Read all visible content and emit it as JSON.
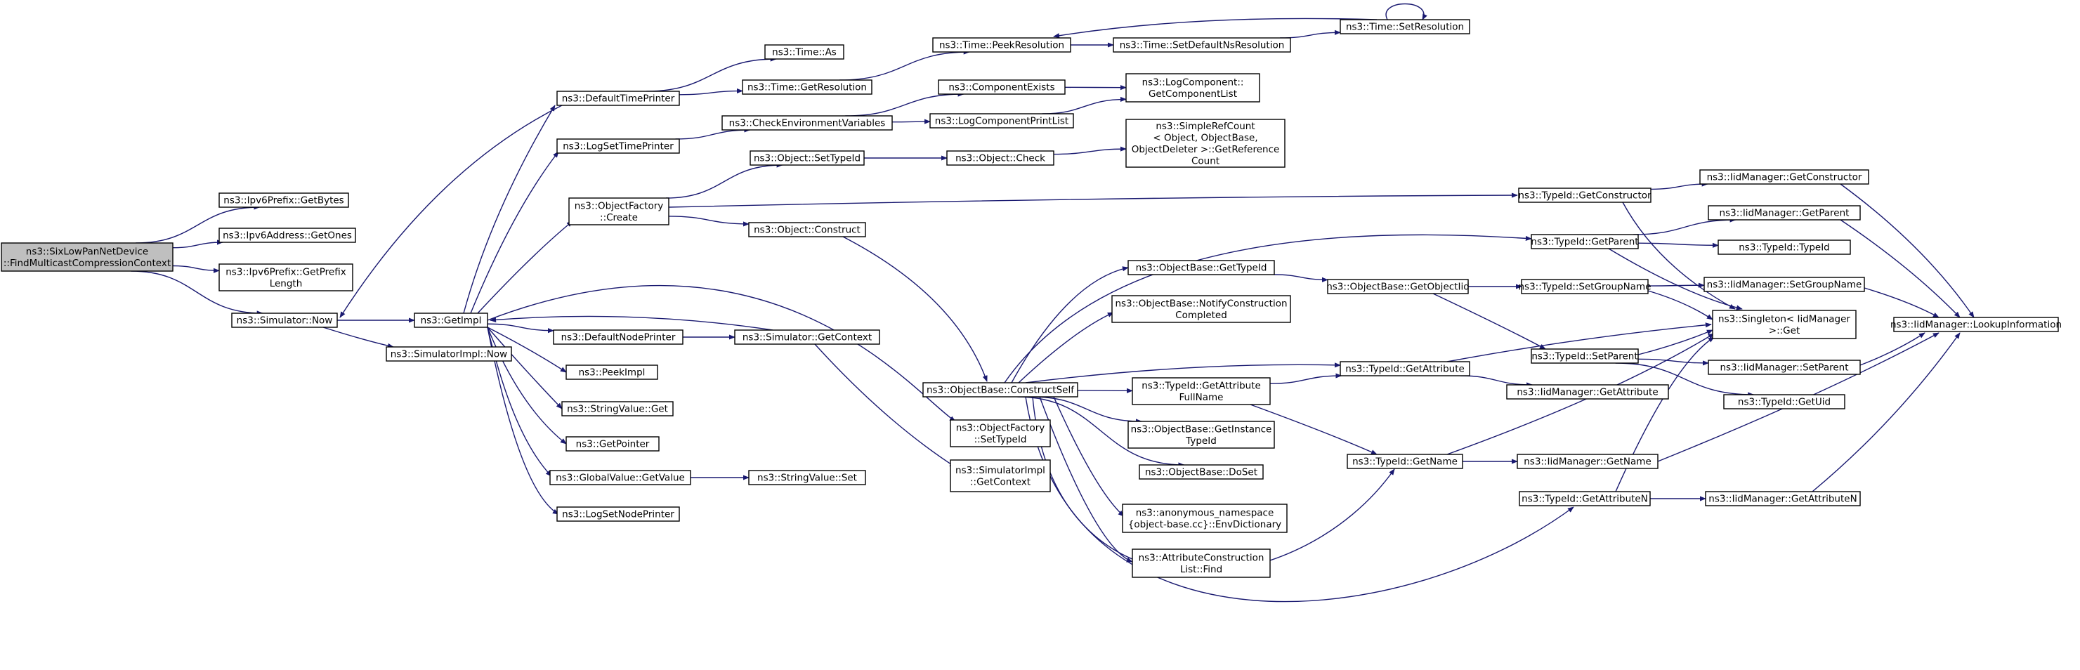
{
  "diagram": {
    "colors": {
      "edge": "#191970",
      "node_border": "#000000",
      "root_fill": "#bfbfbf",
      "background": "#ffffff"
    },
    "nodes": [
      {
        "id": "root",
        "lines": [
          "ns3::SixLowPanNetDevice",
          "::FindMulticastCompressionContext"
        ],
        "root": true
      },
      {
        "id": "ipv6pfx_bytes",
        "lines": [
          "ns3::Ipv6Prefix::GetBytes"
        ]
      },
      {
        "id": "ipv6addr_ones",
        "lines": [
          "ns3::Ipv6Address::GetOnes"
        ]
      },
      {
        "id": "ipv6pfx_len",
        "lines": [
          "ns3::Ipv6Prefix::GetPrefix",
          "Length"
        ]
      },
      {
        "id": "sim_now",
        "lines": [
          "ns3::Simulator::Now"
        ]
      },
      {
        "id": "getimpl",
        "lines": [
          "ns3::GetImpl"
        ]
      },
      {
        "id": "simimpl_now",
        "lines": [
          "ns3::SimulatorImpl::Now"
        ]
      },
      {
        "id": "def_time_printer",
        "lines": [
          "ns3::DefaultTimePrinter"
        ]
      },
      {
        "id": "log_set_time",
        "lines": [
          "ns3::LogSetTimePrinter"
        ]
      },
      {
        "id": "objfactory_create",
        "lines": [
          "ns3::ObjectFactory",
          "::Create"
        ]
      },
      {
        "id": "def_node_printer",
        "lines": [
          "ns3::DefaultNodePrinter"
        ]
      },
      {
        "id": "peekimpl",
        "lines": [
          "ns3::PeekImpl"
        ]
      },
      {
        "id": "stringvalue_get",
        "lines": [
          "ns3::StringValue::Get"
        ]
      },
      {
        "id": "getpointer",
        "lines": [
          "ns3::GetPointer"
        ]
      },
      {
        "id": "globalvalue_get",
        "lines": [
          "ns3::GlobalValue::GetValue"
        ]
      },
      {
        "id": "log_set_node",
        "lines": [
          "ns3::LogSetNodePrinter"
        ]
      },
      {
        "id": "time_as",
        "lines": [
          "ns3::Time::As"
        ]
      },
      {
        "id": "time_getres",
        "lines": [
          "ns3::Time::GetResolution"
        ]
      },
      {
        "id": "check_env",
        "lines": [
          "ns3::CheckEnvironmentVariables"
        ]
      },
      {
        "id": "obj_settypeid",
        "lines": [
          "ns3::Object::SetTypeId"
        ]
      },
      {
        "id": "obj_construct",
        "lines": [
          "ns3::Object::Construct"
        ]
      },
      {
        "id": "sim_getcontext",
        "lines": [
          "ns3::Simulator::GetContext"
        ]
      },
      {
        "id": "stringvalue_set",
        "lines": [
          "ns3::StringValue::Set"
        ]
      },
      {
        "id": "time_peekres",
        "lines": [
          "ns3::Time::PeekResolution"
        ]
      },
      {
        "id": "comp_exists",
        "lines": [
          "ns3::ComponentExists"
        ]
      },
      {
        "id": "log_comp_print",
        "lines": [
          "ns3::LogComponentPrintList"
        ]
      },
      {
        "id": "obj_check",
        "lines": [
          "ns3::Object::Check"
        ]
      },
      {
        "id": "objbase_constructself",
        "lines": [
          "ns3::ObjectBase::ConstructSelf"
        ]
      },
      {
        "id": "objfactory_settypeid",
        "lines": [
          "ns3::ObjectFactory",
          "::SetTypeId"
        ]
      },
      {
        "id": "simimpl_getcontext",
        "lines": [
          "ns3::SimulatorImpl",
          "::GetContext"
        ]
      },
      {
        "id": "time_setdefns",
        "lines": [
          "ns3::Time::SetDefaultNsResolution"
        ]
      },
      {
        "id": "logcomp_getlist",
        "lines": [
          "ns3::LogComponent::",
          "GetComponentList"
        ]
      },
      {
        "id": "simplerefcount",
        "lines": [
          "ns3::SimpleRefCount",
          "< Object, ObjectBase,",
          "ObjectDeleter >::GetReference",
          "Count"
        ]
      },
      {
        "id": "objbase_gettypeid",
        "lines": [
          "ns3::ObjectBase::GetTypeId"
        ]
      },
      {
        "id": "objbase_notify",
        "lines": [
          "ns3::ObjectBase::NotifyConstruction",
          "Completed"
        ]
      },
      {
        "id": "typeid_getattrfull",
        "lines": [
          "ns3::TypeId::GetAttribute",
          "FullName"
        ]
      },
      {
        "id": "objbase_getinst",
        "lines": [
          "ns3::ObjectBase::GetInstance",
          "TypeId"
        ]
      },
      {
        "id": "objbase_doset",
        "lines": [
          "ns3::ObjectBase::DoSet"
        ]
      },
      {
        "id": "anon_envdict",
        "lines": [
          "ns3::anonymous_namespace",
          "{object-base.cc}::EnvDictionary"
        ]
      },
      {
        "id": "attrconst_find",
        "lines": [
          "ns3::AttributeConstruction",
          "List::Find"
        ]
      },
      {
        "id": "time_setres",
        "lines": [
          "ns3::Time::SetResolution"
        ]
      },
      {
        "id": "objbase_getobjiid",
        "lines": [
          "ns3::ObjectBase::GetObjectIid"
        ]
      },
      {
        "id": "typeid_getattr",
        "lines": [
          "ns3::TypeId::GetAttribute"
        ]
      },
      {
        "id": "typeid_getname",
        "lines": [
          "ns3::TypeId::GetName"
        ]
      },
      {
        "id": "typeid_getconstructor",
        "lines": [
          "ns3::TypeId::GetConstructor"
        ]
      },
      {
        "id": "typeid_getparent",
        "lines": [
          "ns3::TypeId::GetParent"
        ]
      },
      {
        "id": "typeid_setgroupname",
        "lines": [
          "ns3::TypeId::SetGroupName"
        ]
      },
      {
        "id": "typeid_setparent",
        "lines": [
          "ns3::TypeId::SetParent"
        ]
      },
      {
        "id": "iid_getattr",
        "lines": [
          "ns3::IidManager::GetAttribute"
        ]
      },
      {
        "id": "iid_getname",
        "lines": [
          "ns3::IidManager::GetName"
        ]
      },
      {
        "id": "typeid_getattrn",
        "lines": [
          "ns3::TypeId::GetAttributeN"
        ]
      },
      {
        "id": "iid_getattrn",
        "lines": [
          "ns3::IidManager::GetAttributeN"
        ]
      },
      {
        "id": "iid_getconstructor",
        "lines": [
          "ns3::IidManager::GetConstructor"
        ]
      },
      {
        "id": "iid_getparent",
        "lines": [
          "ns3::IidManager::GetParent"
        ]
      },
      {
        "id": "typeid_typeid",
        "lines": [
          "ns3::TypeId::TypeId"
        ]
      },
      {
        "id": "iid_setgroupname",
        "lines": [
          "ns3::IidManager::SetGroupName"
        ]
      },
      {
        "id": "singleton_get",
        "lines": [
          "ns3::Singleton< IidManager",
          ">::Get"
        ]
      },
      {
        "id": "iid_setparent",
        "lines": [
          "ns3::IidManager::SetParent"
        ]
      },
      {
        "id": "typeid_getuid",
        "lines": [
          "ns3::TypeId::GetUid"
        ]
      },
      {
        "id": "iid_lookup",
        "lines": [
          "ns3::IidManager::LookupInformation"
        ]
      }
    ],
    "edges": [
      [
        "root",
        "ipv6pfx_bytes"
      ],
      [
        "root",
        "ipv6addr_ones"
      ],
      [
        "root",
        "ipv6pfx_len"
      ],
      [
        "root",
        "sim_now"
      ],
      [
        "sim_now",
        "getimpl"
      ],
      [
        "sim_now",
        "simimpl_now"
      ],
      [
        "getimpl",
        "def_time_printer"
      ],
      [
        "getimpl",
        "log_set_time"
      ],
      [
        "getimpl",
        "objfactory_create"
      ],
      [
        "getimpl",
        "def_node_printer"
      ],
      [
        "getimpl",
        "peekimpl"
      ],
      [
        "getimpl",
        "stringvalue_get"
      ],
      [
        "getimpl",
        "getpointer"
      ],
      [
        "getimpl",
        "globalvalue_get"
      ],
      [
        "getimpl",
        "log_set_node"
      ],
      [
        "getimpl",
        "objfactory_settypeid"
      ],
      [
        "def_time_printer",
        "sim_now"
      ],
      [
        "def_time_printer",
        "time_as"
      ],
      [
        "def_time_printer",
        "time_getres"
      ],
      [
        "log_set_time",
        "check_env"
      ],
      [
        "objfactory_create",
        "obj_settypeid"
      ],
      [
        "objfactory_create",
        "obj_construct"
      ],
      [
        "objfactory_create",
        "typeid_getconstructor"
      ],
      [
        "def_node_printer",
        "sim_getcontext"
      ],
      [
        "globalvalue_get",
        "stringvalue_set"
      ],
      [
        "time_getres",
        "time_peekres"
      ],
      [
        "check_env",
        "comp_exists"
      ],
      [
        "check_env",
        "log_comp_print"
      ],
      [
        "obj_settypeid",
        "obj_check"
      ],
      [
        "obj_construct",
        "objbase_constructself"
      ],
      [
        "sim_getcontext",
        "getimpl"
      ],
      [
        "sim_getcontext",
        "simimpl_getcontext"
      ],
      [
        "time_peekres",
        "time_setdefns"
      ],
      [
        "comp_exists",
        "logcomp_getlist"
      ],
      [
        "log_comp_print",
        "logcomp_getlist"
      ],
      [
        "obj_check",
        "simplerefcount"
      ],
      [
        "objbase_constructself",
        "objbase_gettypeid"
      ],
      [
        "objbase_constructself",
        "objbase_notify"
      ],
      [
        "objbase_constructself",
        "typeid_getattrfull"
      ],
      [
        "objbase_constructself",
        "objbase_getinst"
      ],
      [
        "objbase_constructself",
        "objbase_doset"
      ],
      [
        "objbase_constructself",
        "anon_envdict"
      ],
      [
        "objbase_constructself",
        "attrconst_find"
      ],
      [
        "objbase_constructself",
        "typeid_getattr"
      ],
      [
        "objbase_constructself",
        "typeid_getname"
      ],
      [
        "objbase_constructself",
        "typeid_getparent"
      ],
      [
        "objbase_constructself",
        "typeid_getattrn"
      ],
      [
        "time_setdefns",
        "time_setres"
      ],
      [
        "time_setres",
        "time_peekres"
      ],
      [
        "time_setres",
        "time_setres"
      ],
      [
        "objbase_gettypeid",
        "objbase_getobjiid"
      ],
      [
        "objbase_getobjiid",
        "typeid_setgroupname"
      ],
      [
        "objbase_getobjiid",
        "typeid_setparent"
      ],
      [
        "typeid_getattrfull",
        "typeid_getattr"
      ],
      [
        "typeid_getattrfull",
        "typeid_getname"
      ],
      [
        "typeid_getattr",
        "iid_getattr"
      ],
      [
        "typeid_getattr",
        "singleton_get"
      ],
      [
        "typeid_getname",
        "iid_getname"
      ],
      [
        "typeid_getname",
        "singleton_get"
      ],
      [
        "typeid_getattrn",
        "iid_getattrn"
      ],
      [
        "typeid_getattrn",
        "singleton_get"
      ],
      [
        "typeid_getconstructor",
        "iid_getconstructor"
      ],
      [
        "typeid_getconstructor",
        "singleton_get"
      ],
      [
        "typeid_getparent",
        "iid_getparent"
      ],
      [
        "typeid_getparent",
        "typeid_typeid"
      ],
      [
        "typeid_getparent",
        "singleton_get"
      ],
      [
        "typeid_setgroupname",
        "iid_setgroupname"
      ],
      [
        "typeid_setgroupname",
        "singleton_get"
      ],
      [
        "typeid_setparent",
        "singleton_get"
      ],
      [
        "typeid_setparent",
        "iid_setparent"
      ],
      [
        "typeid_setparent",
        "typeid_getuid"
      ],
      [
        "iid_getconstructor",
        "iid_lookup"
      ],
      [
        "iid_getparent",
        "iid_lookup"
      ],
      [
        "iid_setgroupname",
        "iid_lookup"
      ],
      [
        "iid_setparent",
        "iid_lookup"
      ],
      [
        "iid_getname",
        "iid_lookup"
      ],
      [
        "iid_getattrn",
        "iid_lookup"
      ]
    ]
  }
}
